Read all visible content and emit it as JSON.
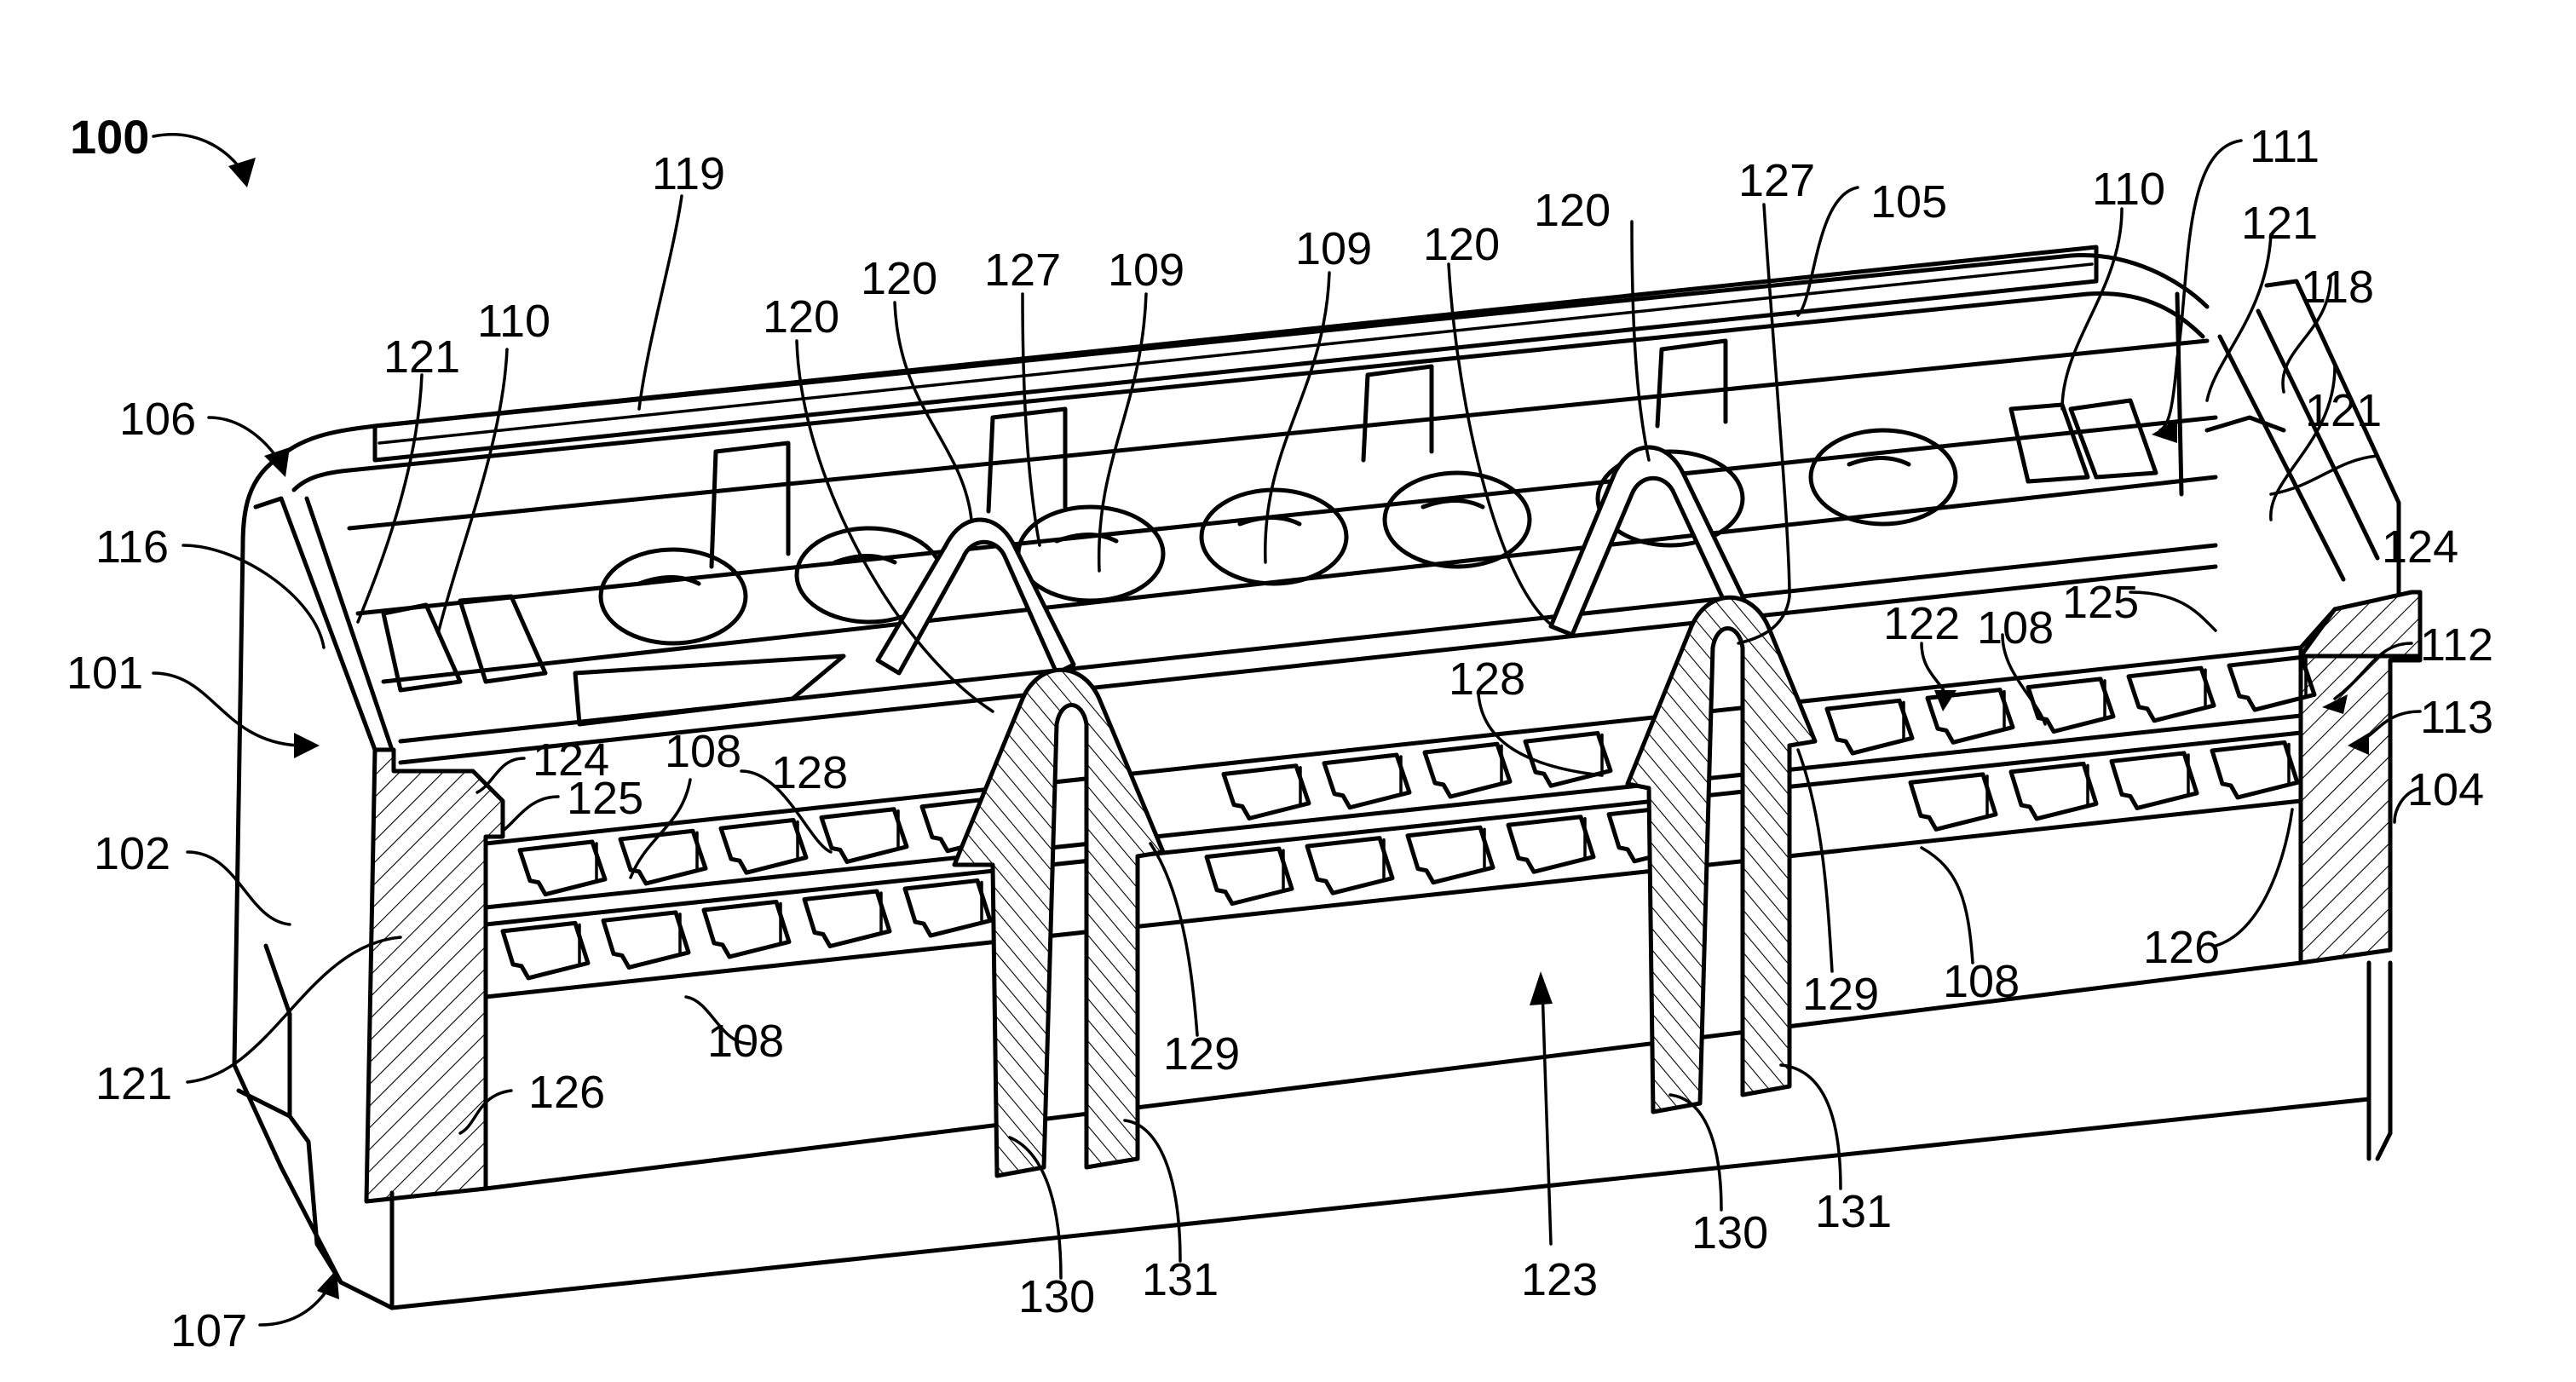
{
  "figure": {
    "title_ref": "100",
    "labels": {
      "ref_100": "100",
      "ref_119": "119",
      "ref_121_topleft": "121",
      "ref_110_left": "110",
      "ref_106": "106",
      "ref_116": "116",
      "ref_101": "101",
      "ref_102": "102",
      "ref_121_lowleft": "121",
      "ref_126_left": "126",
      "ref_107": "107",
      "ref_124_left": "124",
      "ref_125_left": "125",
      "ref_108_upper_left": "108",
      "ref_128_left": "128",
      "ref_120_a": "120",
      "ref_120_b": "120",
      "ref_127_left": "127",
      "ref_109_a": "109",
      "ref_109_b": "109",
      "ref_120_c": "120",
      "ref_120_d": "120",
      "ref_127_right": "127",
      "ref_105": "105",
      "ref_110_right": "110",
      "ref_111": "111",
      "ref_121_topright": "121",
      "ref_118": "118",
      "ref_121_right": "121",
      "ref_124_right": "124",
      "ref_125_right": "125",
      "ref_122": "122",
      "ref_108_upper_right": "108",
      "ref_128_right": "128",
      "ref_112": "112",
      "ref_113": "113",
      "ref_104": "104",
      "ref_129_right": "129",
      "ref_108_lower_right": "108",
      "ref_126_right": "126",
      "ref_108_lower_left": "108",
      "ref_129_left": "129",
      "ref_130_left": "130",
      "ref_131_left": "131",
      "ref_123": "123",
      "ref_130_right": "130",
      "ref_131_right": "131"
    }
  }
}
